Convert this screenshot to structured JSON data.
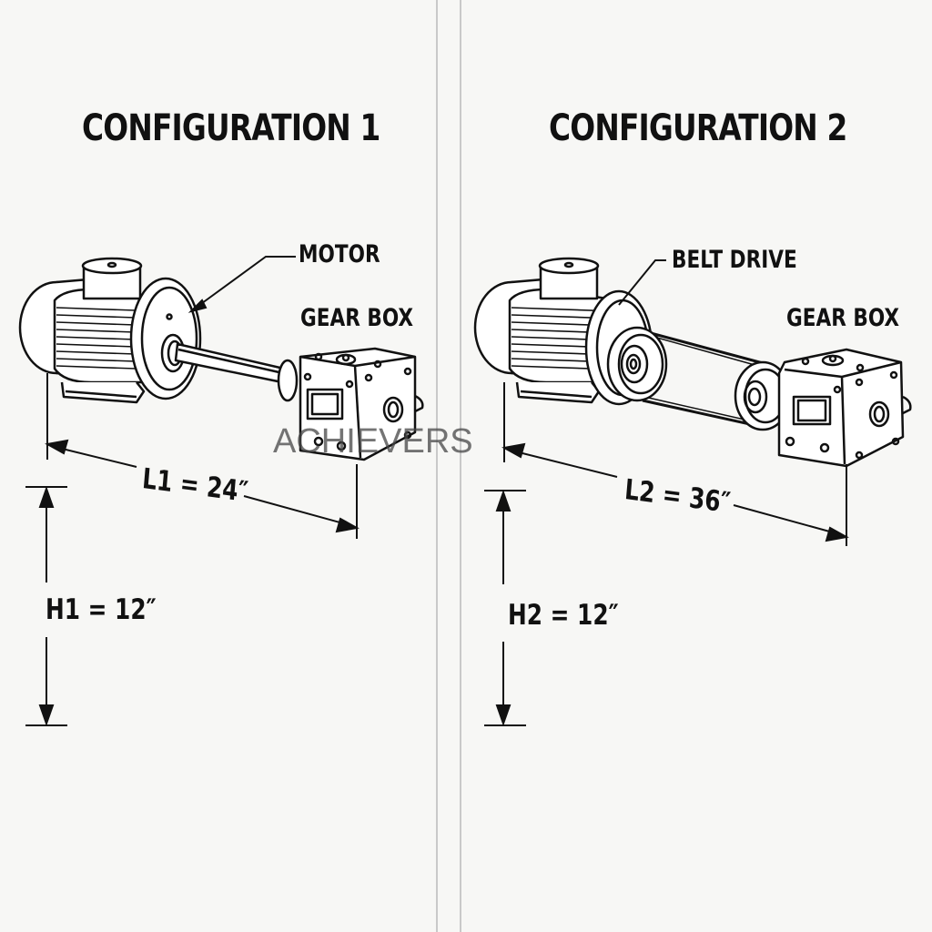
{
  "config1": {
    "title": "CONFIGURATION 1",
    "labels": {
      "motor": "MOTOR",
      "gearbox": "GEAR BOX"
    },
    "dimensions": {
      "length": "L1 = 24″",
      "height": "H1 = 12″"
    }
  },
  "config2": {
    "title": "CONFIGURATION 2",
    "labels": {
      "belt_drive": "BELT DRIVE",
      "gearbox": "GEAR BOX"
    },
    "dimensions": {
      "length": "L2 = 36″",
      "height": "H2 = 12″"
    }
  },
  "watermark": "ACHIEVERS",
  "colors": {
    "background": "#f7f7f5",
    "ink": "#111111",
    "divider": "#c9c9c9"
  }
}
